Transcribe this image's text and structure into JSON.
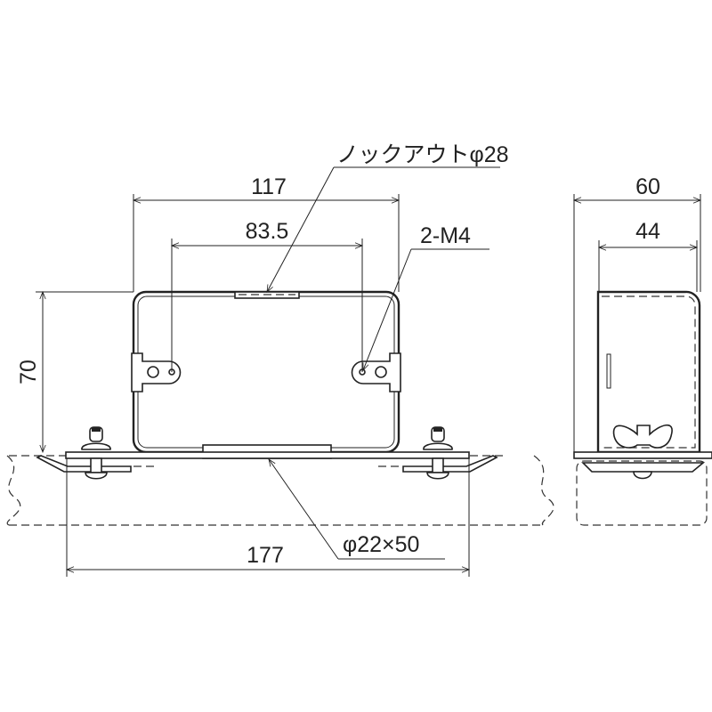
{
  "front_view": {
    "dim_width_outer": "117",
    "dim_hole_pitch": "83.5",
    "dim_height": "70",
    "dim_plate_width": "177",
    "callout_knockout": "ノックアウトφ28",
    "callout_screw": "2-M4",
    "callout_pipe": "φ22×50"
  },
  "side_view": {
    "dim_depth_outer": "60",
    "dim_depth_inner": "44"
  }
}
